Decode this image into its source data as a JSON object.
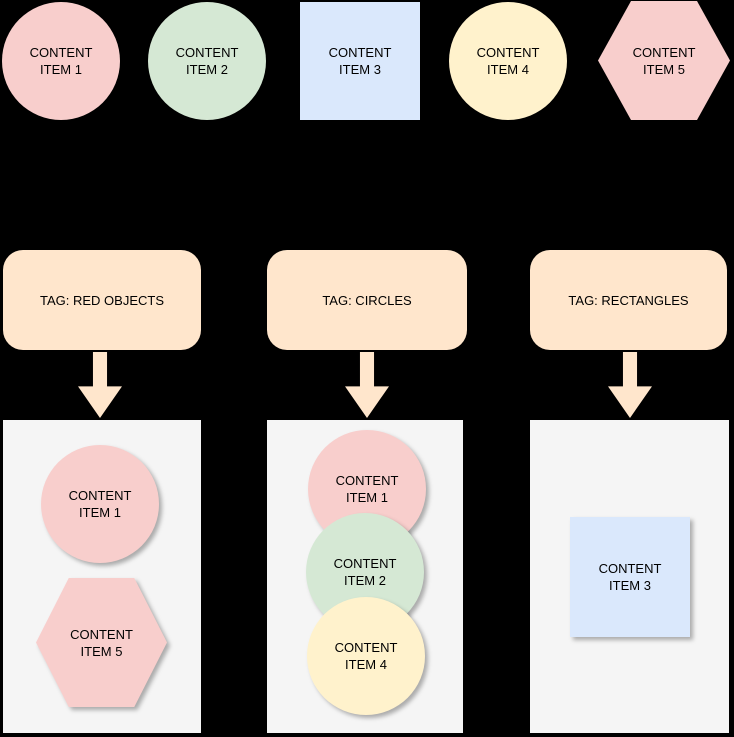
{
  "background_color": "#000000",
  "palette": {
    "red_fill": "#f8cecc",
    "green_fill": "#d5e8d4",
    "blue_fill": "#dae8fc",
    "yellow_fill": "#fff2cc",
    "tag_fill": "#ffe6cc",
    "container_fill": "#f5f5f5",
    "text_color": "#000000"
  },
  "top_items": [
    {
      "line1": "CONTENT",
      "line2": "ITEM 1",
      "shape": "circle",
      "fill": "#f8cecc"
    },
    {
      "line1": "CONTENT",
      "line2": "ITEM 2",
      "shape": "circle",
      "fill": "#d5e8d4"
    },
    {
      "line1": "CONTENT",
      "line2": "ITEM 3",
      "shape": "square",
      "fill": "#dae8fc"
    },
    {
      "line1": "CONTENT",
      "line2": "ITEM 4",
      "shape": "circle",
      "fill": "#fff2cc"
    },
    {
      "line1": "CONTENT",
      "line2": "ITEM 5",
      "shape": "hexagon",
      "fill": "#f8cecc"
    }
  ],
  "tags": [
    {
      "label": "TAG: RED OBJECTS",
      "fill": "#ffe6cc"
    },
    {
      "label": "TAG: CIRCLES",
      "fill": "#ffe6cc"
    },
    {
      "label": "TAG: RECTANGLES",
      "fill": "#ffe6cc"
    }
  ],
  "containers": [
    {
      "tag": "TAG: RED OBJECTS",
      "items": [
        {
          "line1": "CONTENT",
          "line2": "ITEM 1",
          "shape": "circle",
          "fill": "#f8cecc"
        },
        {
          "line1": "CONTENT",
          "line2": "ITEM 5",
          "shape": "hexagon",
          "fill": "#f8cecc"
        }
      ]
    },
    {
      "tag": "TAG: CIRCLES",
      "items": [
        {
          "line1": "CONTENT",
          "line2": "ITEM 1",
          "shape": "circle",
          "fill": "#f8cecc"
        },
        {
          "line1": "CONTENT",
          "line2": "ITEM 2",
          "shape": "circle",
          "fill": "#d5e8d4"
        },
        {
          "line1": "CONTENT",
          "line2": "ITEM 4",
          "shape": "circle",
          "fill": "#fff2cc"
        }
      ]
    },
    {
      "tag": "TAG: RECTANGLES",
      "items": [
        {
          "line1": "CONTENT",
          "line2": "ITEM 3",
          "shape": "square",
          "fill": "#dae8fc"
        }
      ]
    }
  ]
}
